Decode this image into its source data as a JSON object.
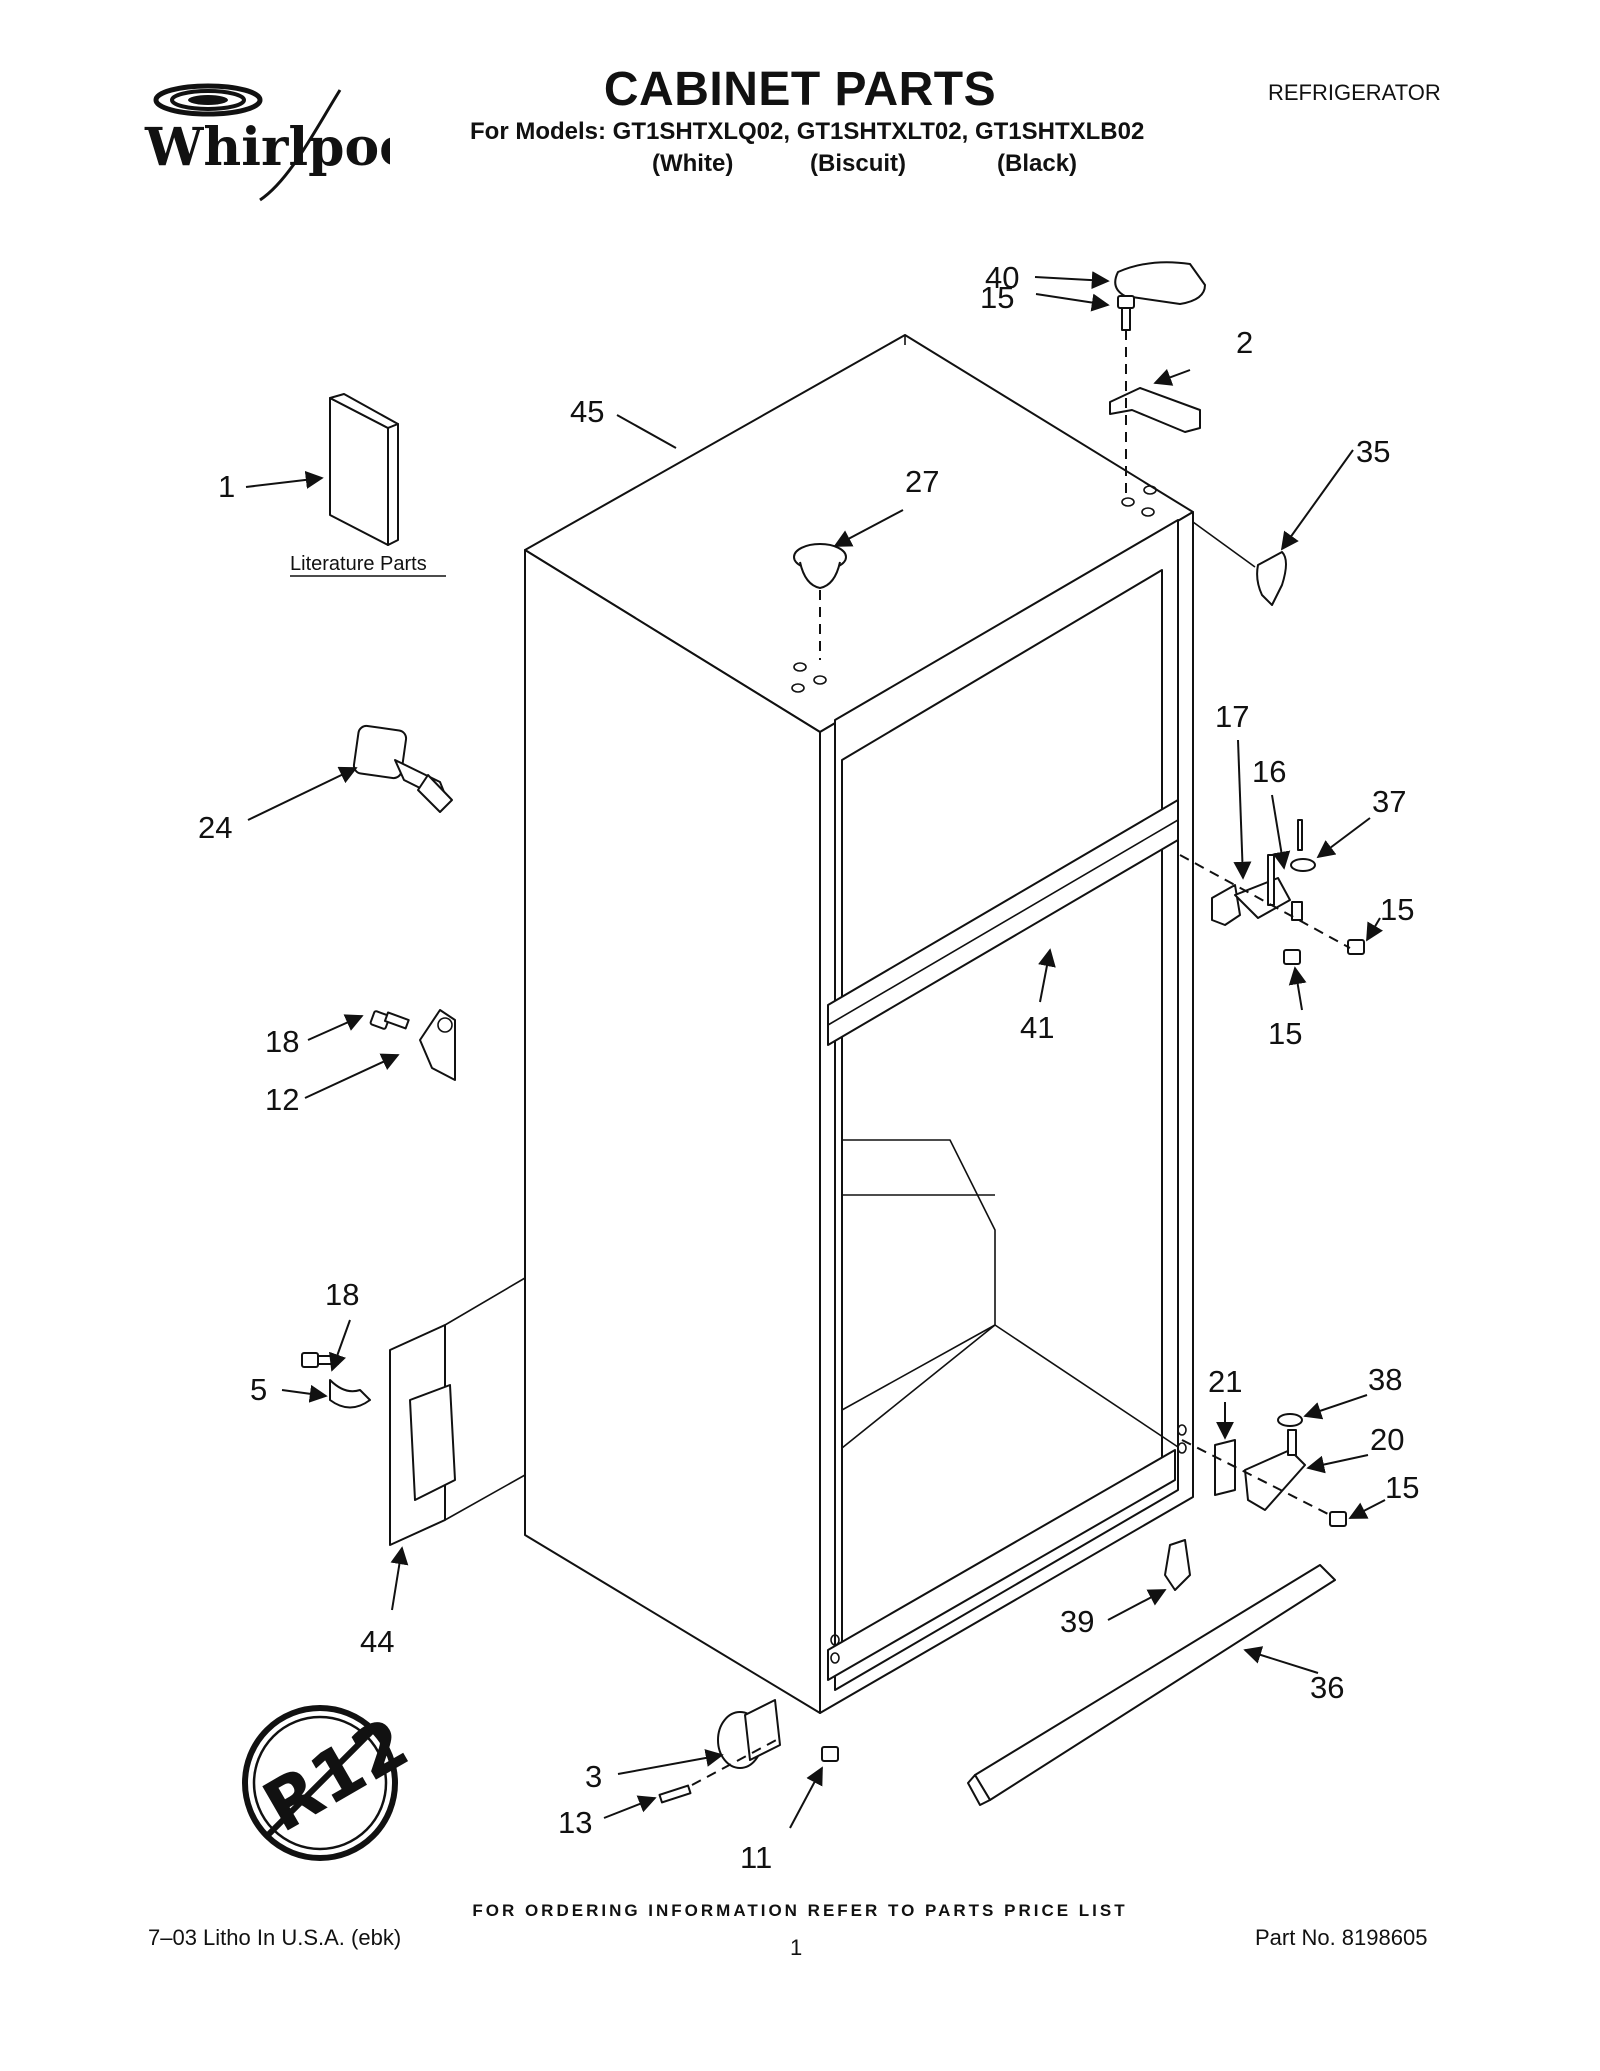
{
  "header": {
    "brand": "Whirlpool",
    "title": "CABINET PARTS",
    "models_line": "For Models: GT1SHTXLQ02, GT1SHTXLT02, GT1SHTXLB02",
    "variants": [
      "(White)",
      "(Biscuit)",
      "(Black)"
    ],
    "category": "REFRIGERATOR"
  },
  "diagram": {
    "literature_caption": "Literature Parts",
    "r12_symbol": "R12",
    "callouts": [
      {
        "id": "c1",
        "text": "1"
      },
      {
        "id": "c2",
        "text": "2"
      },
      {
        "id": "c3",
        "text": "3"
      },
      {
        "id": "c5",
        "text": "5"
      },
      {
        "id": "c11",
        "text": "11"
      },
      {
        "id": "c12",
        "text": "12"
      },
      {
        "id": "c13",
        "text": "13"
      },
      {
        "id": "c15a",
        "text": "15"
      },
      {
        "id": "c15b",
        "text": "15"
      },
      {
        "id": "c15c",
        "text": "15"
      },
      {
        "id": "c15d",
        "text": "15"
      },
      {
        "id": "c16",
        "text": "16"
      },
      {
        "id": "c17",
        "text": "17"
      },
      {
        "id": "c18a",
        "text": "18"
      },
      {
        "id": "c18b",
        "text": "18"
      },
      {
        "id": "c20",
        "text": "20"
      },
      {
        "id": "c21",
        "text": "21"
      },
      {
        "id": "c24",
        "text": "24"
      },
      {
        "id": "c27",
        "text": "27"
      },
      {
        "id": "c35",
        "text": "35"
      },
      {
        "id": "c36",
        "text": "36"
      },
      {
        "id": "c37",
        "text": "37"
      },
      {
        "id": "c38",
        "text": "38"
      },
      {
        "id": "c39",
        "text": "39"
      },
      {
        "id": "c40",
        "text": "40"
      },
      {
        "id": "c41",
        "text": "41"
      },
      {
        "id": "c44",
        "text": "44"
      },
      {
        "id": "c45",
        "text": "45"
      }
    ]
  },
  "footer": {
    "ordering_note": "FOR ORDERING INFORMATION REFER TO PARTS PRICE LIST",
    "litho": "7–03 Litho In U.S.A. (ebk)",
    "page_number": "1",
    "part_number": "Part No. 8198605"
  }
}
